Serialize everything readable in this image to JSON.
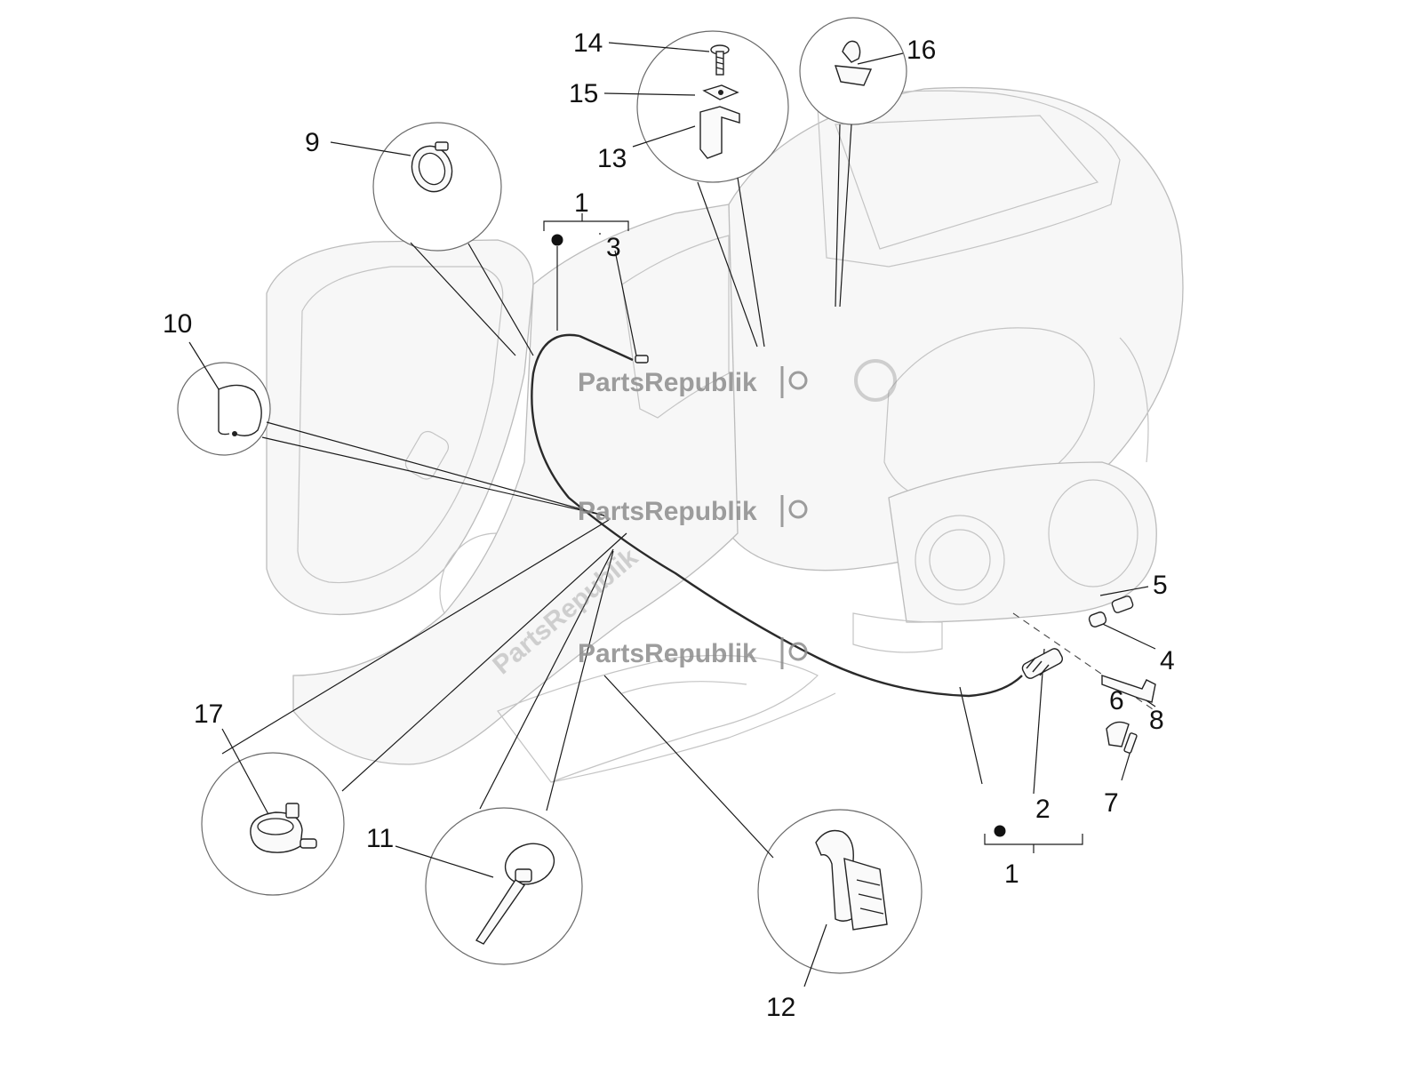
{
  "watermark": {
    "brand": "PartsRepublik"
  },
  "callouts": {
    "c1_top": "1",
    "c3": "3",
    "c9": "9",
    "c10": "10",
    "c13": "13",
    "c14": "14",
    "c15": "15",
    "c16": "16",
    "c5": "5",
    "c4": "4",
    "c6": "6",
    "c8": "8",
    "c7": "7",
    "c2": "2",
    "c1_bottom": "1",
    "c17": "17",
    "c11": "11",
    "c12": "12"
  },
  "colors": {
    "line": "#1a1a1a",
    "body_outline": "#c4c4c4",
    "watermark": "#8c8c8c"
  }
}
